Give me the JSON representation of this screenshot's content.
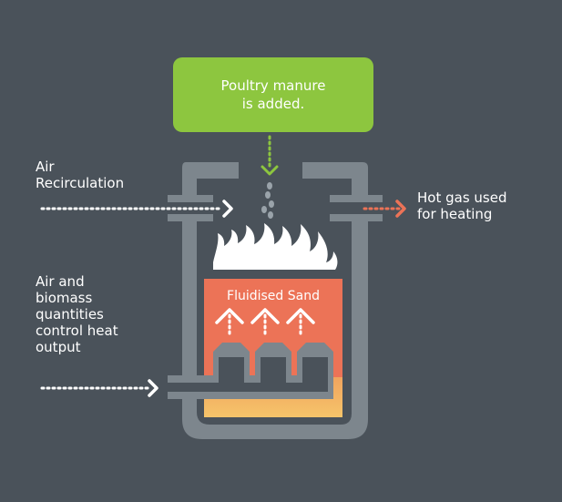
{
  "input_box": {
    "line1": "Poultry manure",
    "line2": "is added."
  },
  "labels": {
    "air_recirculation": [
      "Air",
      "Recirculation"
    ],
    "hot_gas": [
      "Hot gas used",
      "for heating"
    ],
    "air_biomass": [
      "Air and",
      "biomass",
      "quantities",
      "control heat",
      "output"
    ],
    "fluidised_sand": "Fluidised Sand"
  },
  "colors": {
    "background": "#4a525a",
    "vessel": "#7d868d",
    "input_box": "#8dc63f",
    "sand": "#ec7357",
    "sand_bottom": "#f3b163",
    "hot_gas_arrow": "#ec7357",
    "flame": "#ffffff",
    "text": "#ffffff"
  }
}
